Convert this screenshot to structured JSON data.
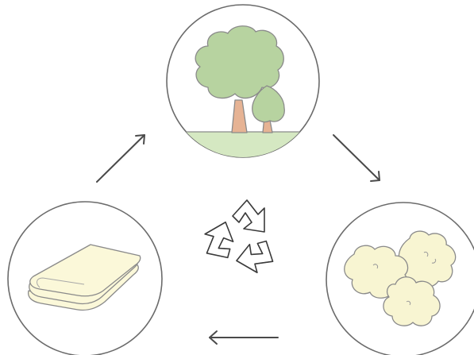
{
  "diagram": {
    "type": "cycle",
    "nodes": [
      {
        "id": "tree",
        "icon": "tree-icon"
      },
      {
        "id": "fiber",
        "icon": "cotton-fiber-icon"
      },
      {
        "id": "cloth",
        "icon": "folded-cloth-icon"
      }
    ],
    "center_icon": "recycle-icon",
    "flow": [
      [
        "tree",
        "fiber"
      ],
      [
        "fiber",
        "cloth"
      ],
      [
        "cloth",
        "tree"
      ]
    ],
    "colors": {
      "outline": "#6b6b6b",
      "arrow": "#4a4a4a",
      "foliage": "#b7d3a0",
      "trunk": "#e6b394",
      "ground": "#d5e8c2",
      "fiber": "#f8f5d2",
      "cloth": "#fbf8d9",
      "recycle_symbol": "#3a3a3a"
    }
  }
}
